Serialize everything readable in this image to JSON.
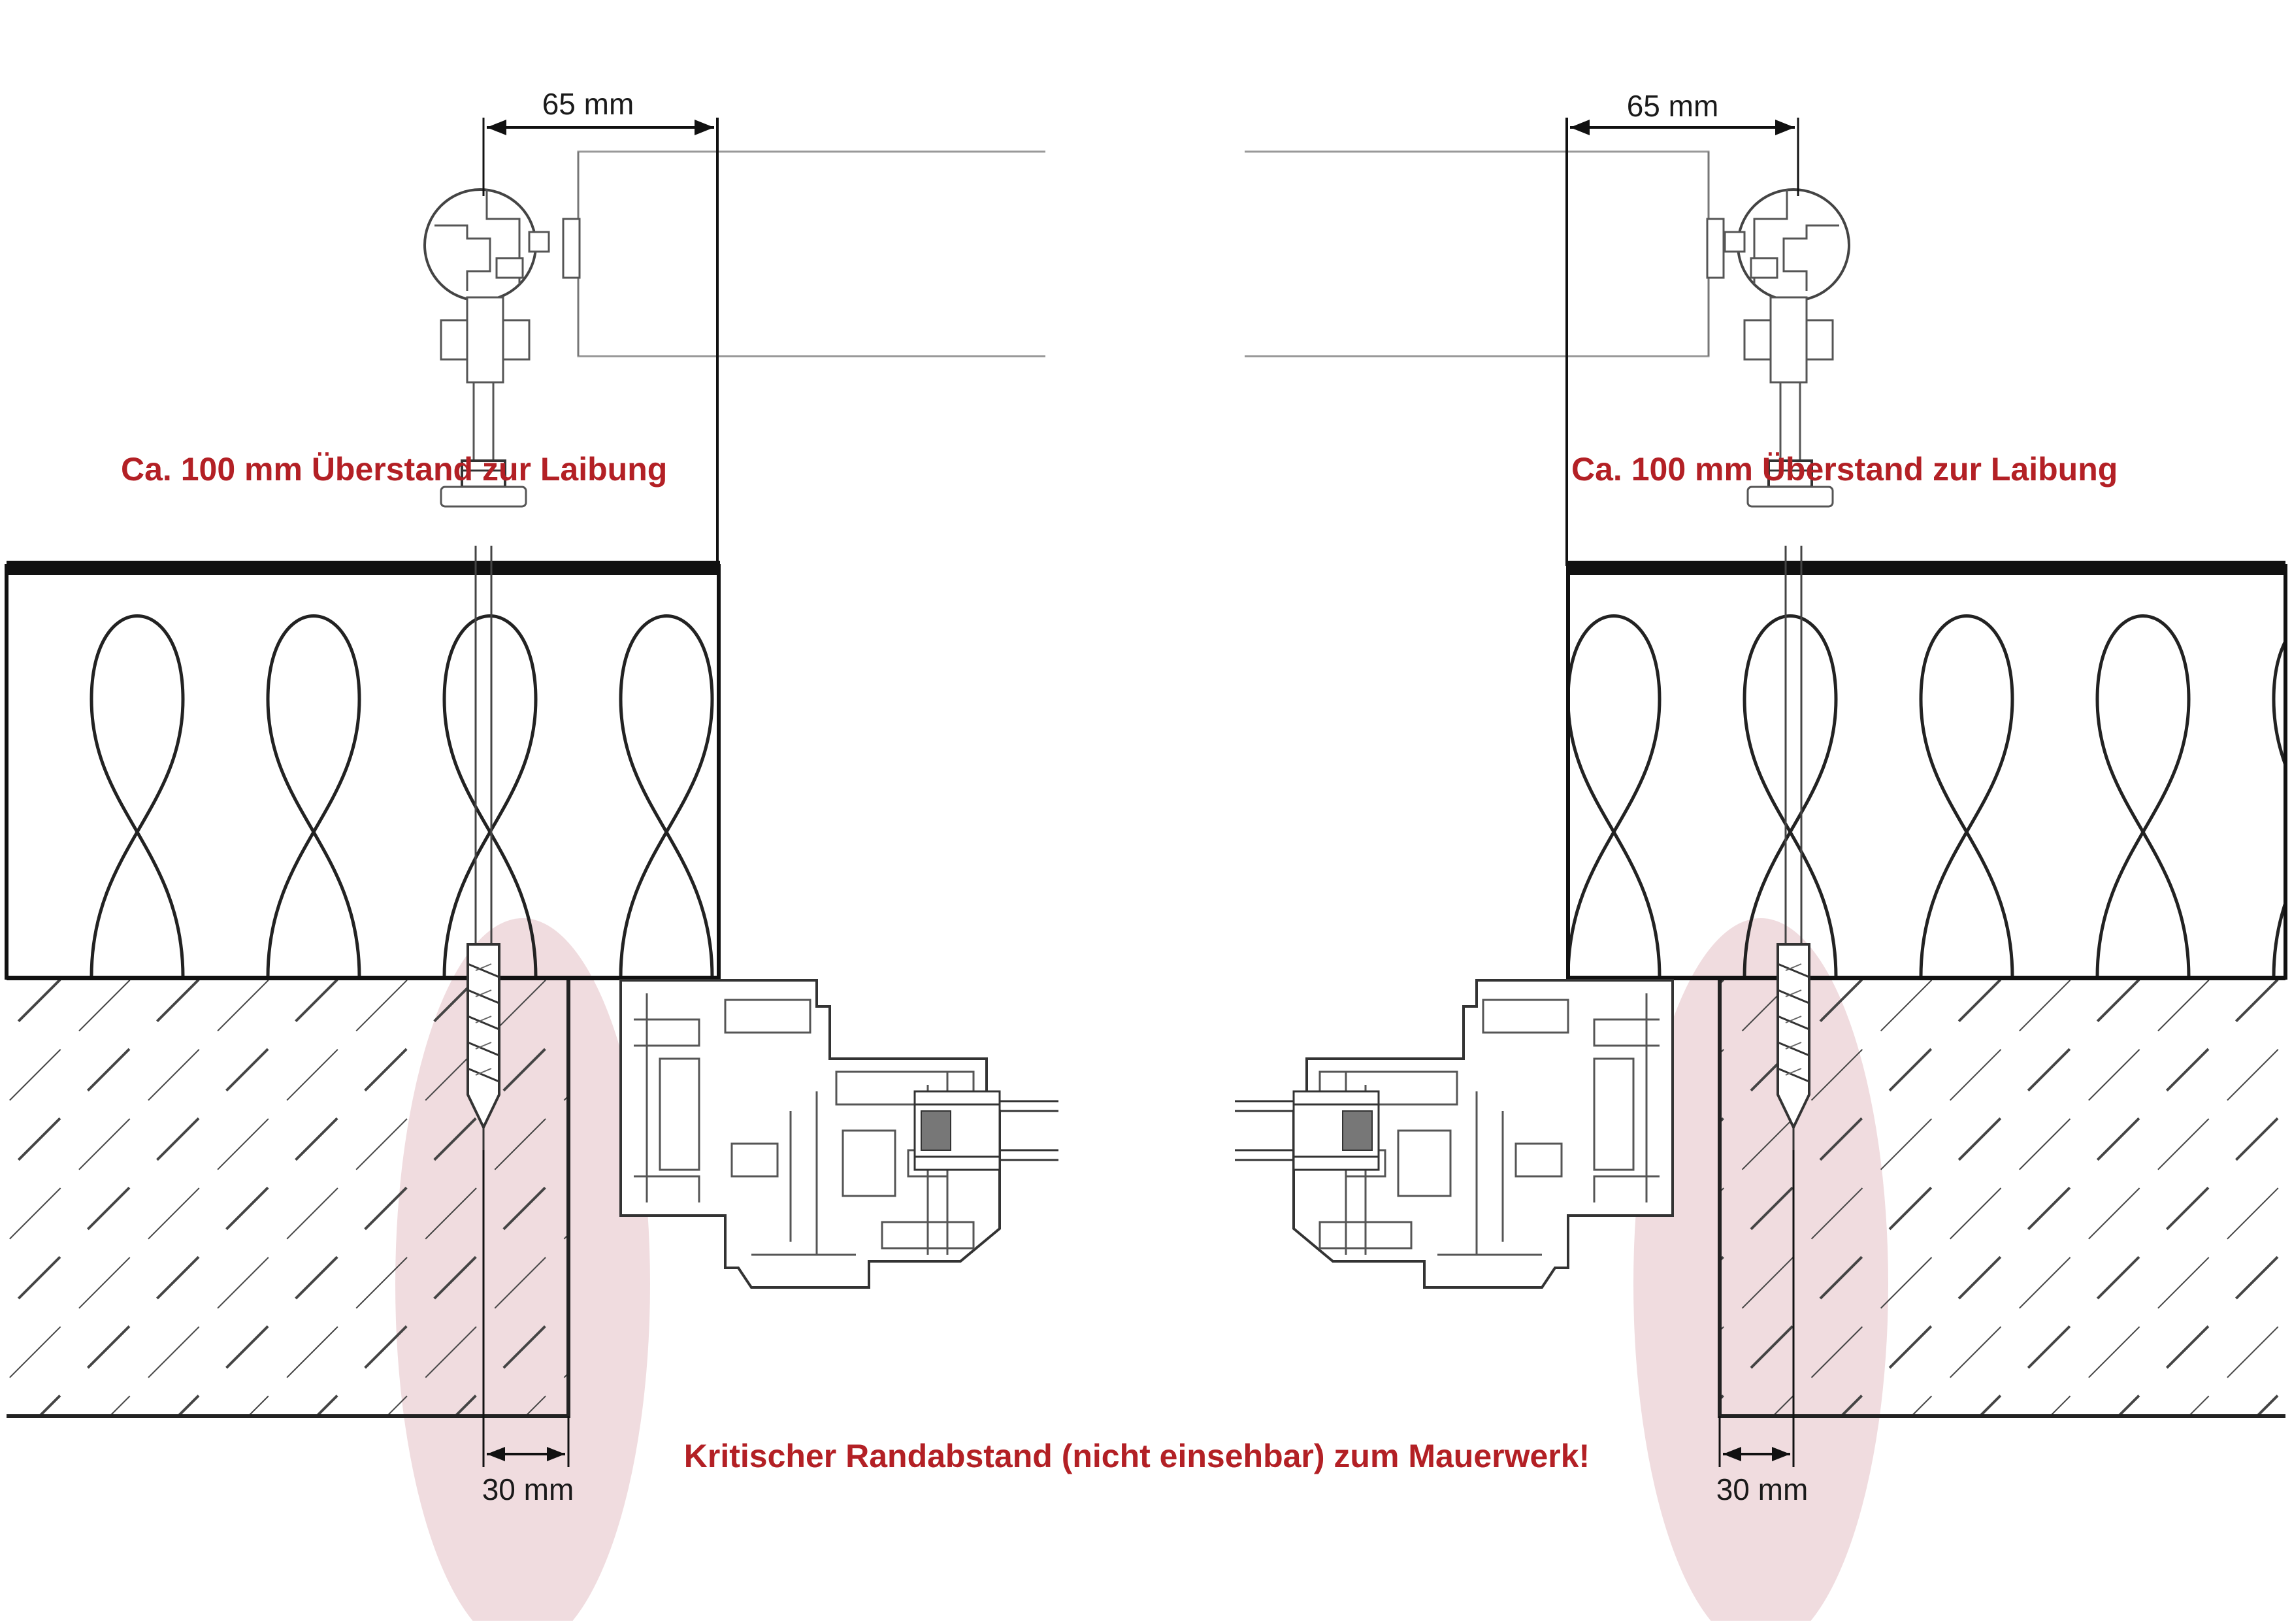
{
  "labels": {
    "overhang_left": "Ca. 100 mm Überstand zur Laibung",
    "overhang_right": "Ca. 100 mm Überstand zur Laibung",
    "dim_top_left": "65 mm",
    "dim_top_right": "65 mm",
    "dim_bottom_left": "30 mm",
    "dim_bottom_right": "30 mm",
    "critical_note": "Kritischer Randabstand (nicht einsehbar) zum Mauerwerk!"
  },
  "colors": {
    "label_red": "#b32025",
    "highlight_pink": "#e6c4c9",
    "line_dark": "#222222",
    "insulation_stroke": "#333333",
    "hatch": "#444444"
  }
}
